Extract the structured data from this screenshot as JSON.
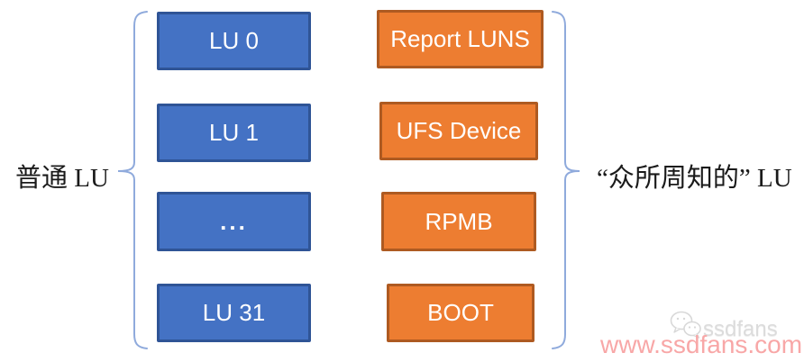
{
  "diagram": {
    "title_hint": "UFS logical units: normal LUs and well-known LUs",
    "labels": {
      "left": "普通 LU",
      "right": "“众所周知的” LU"
    },
    "columns": {
      "normal_lu": {
        "items": [
          "LU 0",
          "LU 1",
          "...",
          "LU 31"
        ]
      },
      "well_known_lu": {
        "items": [
          "Report LUNS",
          "UFS Device",
          "RPMB",
          "BOOT"
        ]
      }
    },
    "colors": {
      "blue_fill": "#4472c4",
      "blue_border": "#2f5496",
      "orange_fill": "#ed7d31",
      "orange_border": "#ae5a21",
      "brace": "#8faadc",
      "watermark_gray": "#dcdcdc",
      "watermark_pink": "#f8a7a7"
    }
  },
  "watermark": {
    "icon": "wechat-icon",
    "brand": "ssdfans",
    "url": "www.ssdfans.com"
  }
}
